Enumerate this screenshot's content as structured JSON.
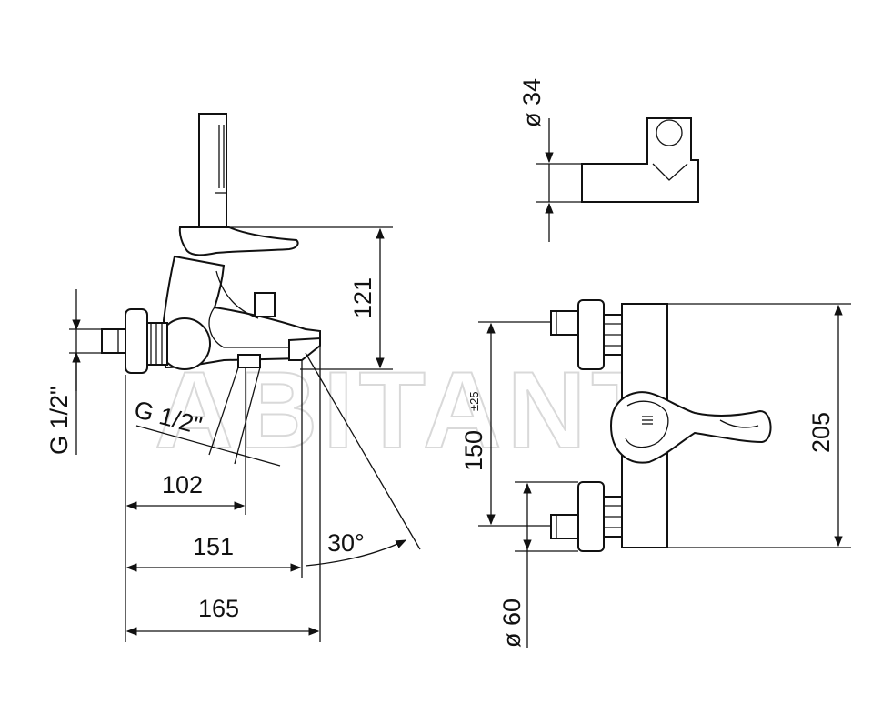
{
  "watermark": "ABITANT",
  "side_view": {
    "dim_height": "121",
    "dim_inlet_thread": "G 1/2\"",
    "dim_outlet_thread": "G 1/2\"",
    "dim_102": "102",
    "dim_151": "151",
    "dim_165": "165",
    "dim_angle": "30°"
  },
  "holder_view": {
    "dim_diameter": "ø 34"
  },
  "front_view": {
    "dim_centres": "150",
    "dim_tolerance": "±25",
    "dim_height": "205",
    "dim_diameter": "ø 60"
  }
}
